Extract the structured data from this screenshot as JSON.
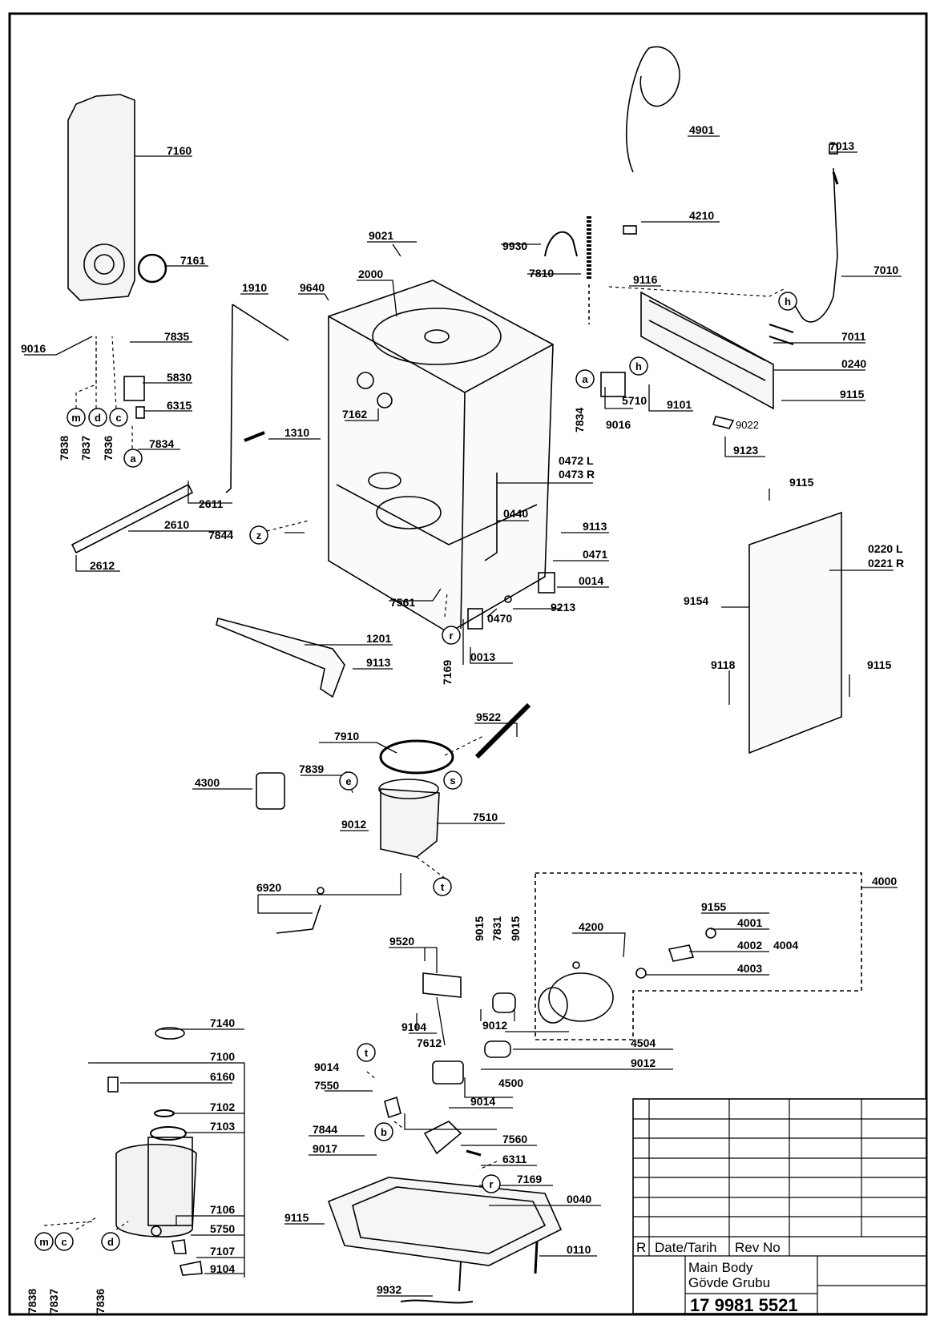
{
  "labels": {
    "p7160": "7160",
    "p7161": "7161",
    "p9016a": "9016",
    "p7835": "7835",
    "p5830": "5830",
    "p6315": "6315",
    "p7834a": "7834",
    "p7838a": "7838",
    "p7837a": "7837",
    "p7836a": "7836",
    "p1910": "1910",
    "p9640": "9640",
    "p2000": "2000",
    "p9021": "9021",
    "p9930": "9930",
    "p7810": "7810",
    "p4901": "4901",
    "p4210": "4210",
    "p7013": "7013",
    "p7010": "7010",
    "p9116": "9116",
    "p7011": "7011",
    "p0240": "0240",
    "p9115a": "9115",
    "p5710": "5710",
    "p9101": "9101",
    "p9016b": "9016",
    "p7834b": "7834",
    "p9022": "9022",
    "p9123": "9123",
    "p7162": "7162",
    "p1310": "1310",
    "p0472": "0472 L",
    "p0473": "0473 R",
    "p0440": "0440",
    "p9113a": "9113",
    "p0471": "0471",
    "p0014": "0014",
    "p9213": "9213",
    "p0470": "0470",
    "p7561": "7561",
    "p7844a": "7844",
    "p2611": "2611",
    "p2610": "2610",
    "p2612": "2612",
    "p1201": "1201",
    "p9113b": "9113",
    "p7169a": "7169",
    "p0013": "0013",
    "p9115b": "9115",
    "p0220": "0220 L",
    "p0221": "0221 R",
    "p9154": "9154",
    "p9118": "9118",
    "p9115c": "9115",
    "p9522": "9522",
    "p7910": "7910",
    "p4300": "4300",
    "p7839": "7839",
    "p9012a": "9012",
    "p7510": "7510",
    "p6920": "6920",
    "p4000": "4000",
    "p9155": "9155",
    "p4001": "4001",
    "p4002": "4002",
    "p4004": "4004",
    "p4003": "4003",
    "p4200": "4200",
    "p9015a": "9015",
    "p7831": "7831",
    "p9015b": "9015",
    "p9520": "9520",
    "p9104a": "9104",
    "p7612": "7612",
    "p9012b": "9012",
    "p4504": "4504",
    "p9012c": "9012",
    "p4500": "4500",
    "p9014a": "9014",
    "p7550": "7550",
    "p9014b": "9014",
    "p7140": "7140",
    "p7100": "7100",
    "p6160": "6160",
    "p7102": "7102",
    "p7103": "7103",
    "p7106": "7106",
    "p5750": "5750",
    "p7107": "7107",
    "p9104b": "9104",
    "p7838b": "7838",
    "p7837b": "7837",
    "p7836b": "7836",
    "p7844b": "7844",
    "p9017": "9017",
    "p7560": "7560",
    "p6311": "6311",
    "p7169b": "7169",
    "p0040": "0040",
    "p9115d": "9115",
    "p0110": "0110",
    "p9932": "9932"
  },
  "markers": {
    "m1": "m",
    "d1": "d",
    "c1": "c",
    "a1": "a",
    "h1": "h",
    "h2": "h",
    "a2": "a",
    "z1": "z",
    "r1": "r",
    "e1": "e",
    "s1": "s",
    "t1": "t",
    "t2": "t",
    "b1": "b",
    "r2": "r",
    "m2": "m",
    "c2": "c",
    "d2": "d"
  },
  "title_block": {
    "revision_col": "R",
    "date_header": "Date/Tarih",
    "rev_header": "Rev No",
    "title_en": "Main Body",
    "title_tr": "Gövde Grubu",
    "drawing_number": "17 9981 5521"
  }
}
